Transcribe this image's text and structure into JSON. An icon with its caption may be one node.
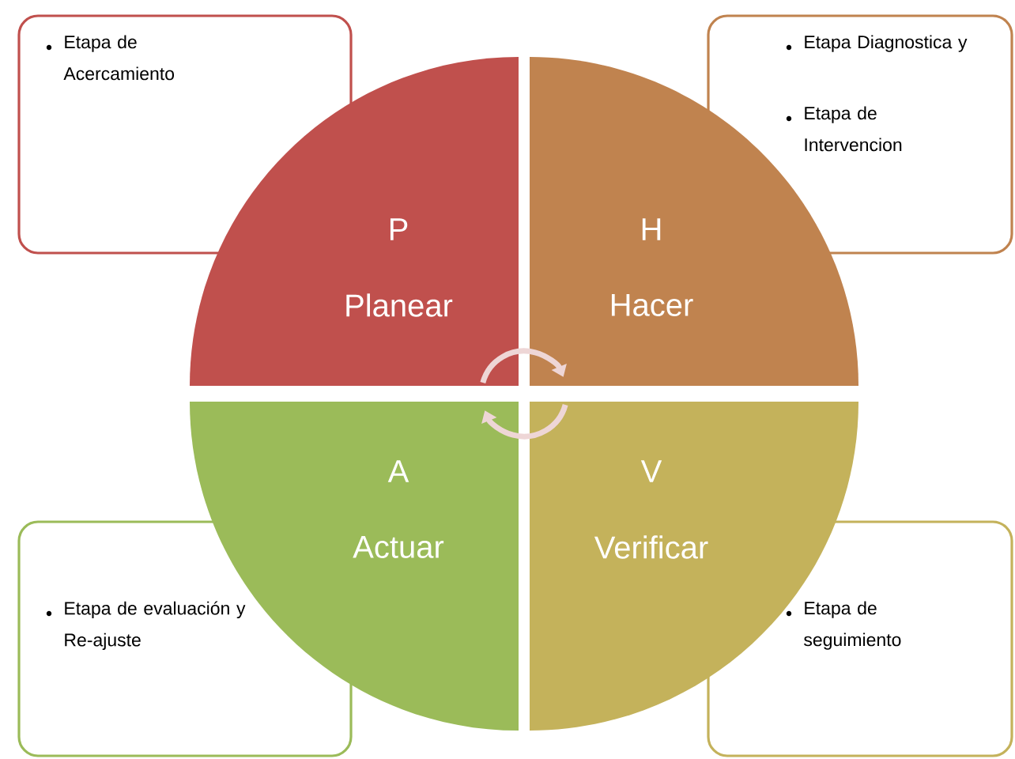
{
  "diagram": {
    "nodes": [
      {
        "text": [
          "Etapa de Acercamiento"
        ]
      },
      {
        "text": [
          "Etapa Diagnostica y",
          "Etapa de Intervencion"
        ]
      },
      {
        "text": [
          "P",
          "Planear"
        ]
      },
      {
        "text": [
          "H",
          "Hacer"
        ]
      },
      {
        "text": [
          "A",
          "Actuar"
        ]
      },
      {
        "text": [
          "V",
          "Verificar"
        ]
      },
      {
        "text": [
          "Etapa de evaluación y Re-ajuste"
        ]
      },
      {
        "text": [
          "Etapa de seguimiento"
        ]
      }
    ],
    "edges": [
      {
        "from": 2,
        "to": 3,
        "arrow": "to"
      },
      {
        "from": 5,
        "to": 4,
        "arrow": "to"
      }
    ]
  }
}
